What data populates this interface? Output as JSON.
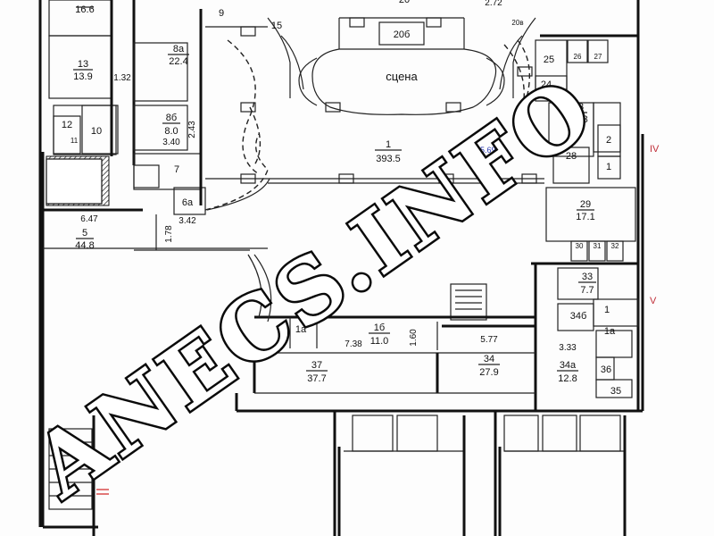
{
  "rooms": [
    {
      "num": "",
      "area": "16.6"
    },
    {
      "num": "13",
      "area": "13.9"
    },
    {
      "num": "12",
      "area": ""
    },
    {
      "num": "10",
      "area": ""
    },
    {
      "num": "11",
      "area": ""
    },
    {
      "num": "9",
      "area": ""
    },
    {
      "num": "8а",
      "area": "22.4"
    },
    {
      "num": "8б",
      "area": "8.0"
    },
    {
      "num": "7",
      "area": ""
    },
    {
      "num": "6а",
      "area": ""
    },
    {
      "num": "5",
      "area": "44.8"
    },
    {
      "num": "15",
      "area": ""
    },
    {
      "num": "20",
      "area": ""
    },
    {
      "num": "20б",
      "area": ""
    },
    {
      "num": "20в",
      "area": ""
    },
    {
      "num": "1",
      "area": "393.5"
    },
    {
      "num": "25",
      "area": ""
    },
    {
      "num": "24",
      "area": ""
    },
    {
      "num": "23",
      "area": "16.3"
    },
    {
      "num": "2",
      "area": ""
    },
    {
      "num": "28",
      "area": ""
    },
    {
      "num": "1",
      "area": ""
    },
    {
      "num": "29",
      "area": "17.1"
    },
    {
      "num": "30",
      "area": ""
    },
    {
      "num": "31",
      "area": ""
    },
    {
      "num": "32",
      "area": ""
    },
    {
      "num": "26",
      "area": ""
    },
    {
      "num": "27",
      "area": ""
    },
    {
      "num": "33",
      "area": "7.7"
    },
    {
      "num": "34б",
      "area": ""
    },
    {
      "num": "1",
      "area": ""
    },
    {
      "num": "1а",
      "area": ""
    },
    {
      "num": "1а",
      "area": ""
    },
    {
      "num": "1б",
      "area": "11.0"
    },
    {
      "num": "37",
      "area": "37.7"
    },
    {
      "num": "34",
      "area": "27.9"
    },
    {
      "num": "34а",
      "area": "12.8"
    },
    {
      "num": "36",
      "area": ""
    },
    {
      "num": "35",
      "area": ""
    }
  ],
  "stage_label": "сцена",
  "dimensions": [
    "1.32",
    "2.43",
    "3.40",
    "6.47",
    "1.78",
    "3.42",
    "2.72",
    "7.38",
    "1.60",
    "5.77",
    "3.33"
  ],
  "elevation_mark": "-5.69",
  "roman_marks": [
    "IV",
    "V"
  ],
  "watermark": "ANECS.INFO"
}
